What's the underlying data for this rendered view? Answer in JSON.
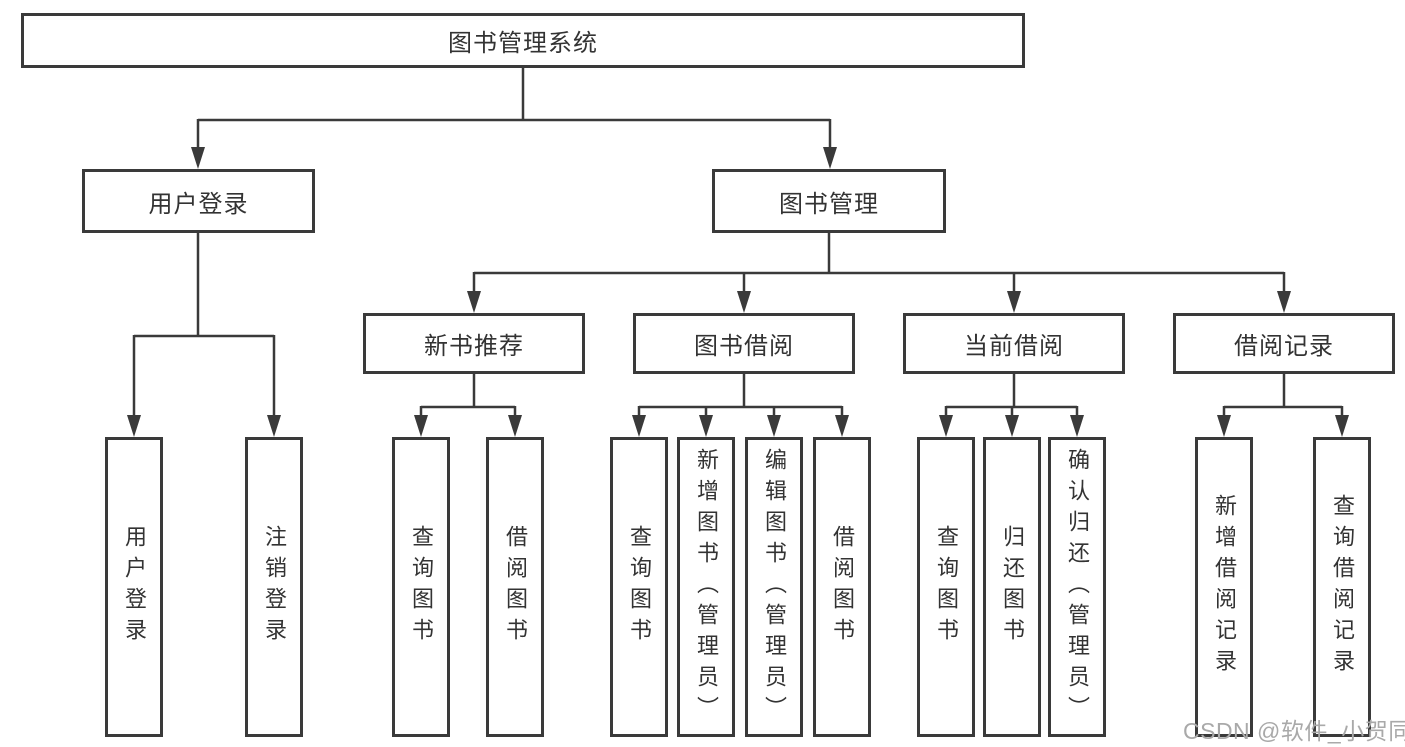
{
  "colors": {
    "line": "#3a3a3a",
    "border": "#3a3a3a",
    "text": "#333333",
    "background": "#ffffff",
    "watermark": "#a9a9a9"
  },
  "diagram": {
    "root": {
      "label": "图书管理系统"
    },
    "user_login": {
      "label": "用户登录",
      "children": [
        {
          "label": "用户登录"
        },
        {
          "label": "注销登录"
        }
      ]
    },
    "book_management": {
      "label": "图书管理",
      "children": {
        "new_book_recommend": {
          "label": "新书推荐",
          "children": [
            {
              "label": "查询图书"
            },
            {
              "label": "借阅图书"
            }
          ]
        },
        "book_borrow": {
          "label": "图书借阅",
          "children": [
            {
              "label": "查询图书"
            },
            {
              "label": "新增图书（管理员）"
            },
            {
              "label": "编辑图书（管理员）"
            },
            {
              "label": "借阅图书"
            }
          ]
        },
        "current_borrow": {
          "label": "当前借阅",
          "children": [
            {
              "label": "查询图书"
            },
            {
              "label": "归还图书"
            },
            {
              "label": "确认归还（管理员）"
            }
          ]
        },
        "borrow_records": {
          "label": "借阅记录",
          "children": [
            {
              "label": "新增借阅记录"
            },
            {
              "label": "查询借阅记录"
            }
          ]
        }
      }
    }
  },
  "watermark": {
    "label": "CSDN @软件_小贺同学"
  }
}
